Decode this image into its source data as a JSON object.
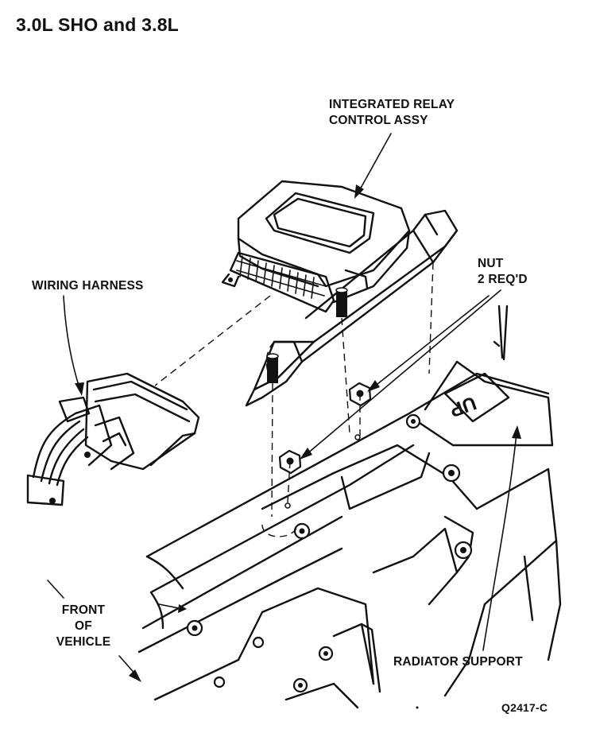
{
  "title": "3.0L SHO and 3.8L",
  "labels": {
    "relay_line1": "INTEGRATED RELAY",
    "relay_line2": "CONTROL ASSY",
    "nut_line1": "NUT",
    "nut_line2": "2 REQ'D",
    "wiring_harness": "WIRING HARNESS",
    "front_line1": "FRONT",
    "front_line2": "OF",
    "front_line3": "VEHICLE",
    "radiator_support": "RADIATOR SUPPORT",
    "figure_code": "Q2417-C",
    "stamp_text": "UP"
  }
}
